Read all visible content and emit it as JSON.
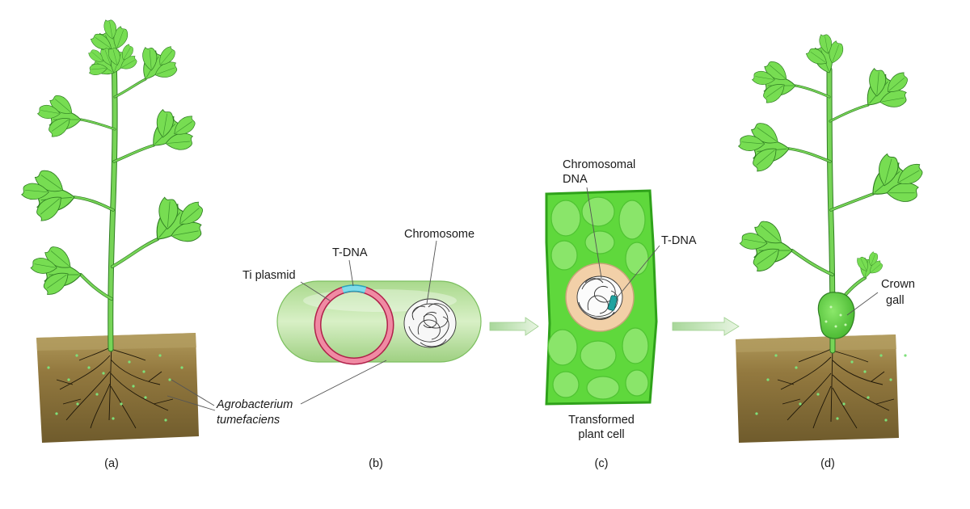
{
  "panels": {
    "a": {
      "caption": "(a)"
    },
    "b": {
      "caption": "(b)"
    },
    "c": {
      "caption": "(c)"
    },
    "d": {
      "caption": "(d)"
    }
  },
  "labels": {
    "agrobacterium_line1": "Agrobacterium",
    "agrobacterium_line2": "tumefaciens",
    "ti_plasmid": "Ti plasmid",
    "tdna_b": "T-DNA",
    "chromosome": "Chromosome",
    "chromosomal_dna_line1": "Chromosomal",
    "chromosomal_dna_line2": "DNA",
    "tdna_c": "T-DNA",
    "transformed_line1": "Transformed",
    "transformed_line2": "plant cell",
    "crown_gall_line1": "Crown",
    "crown_gall_line2": "gall"
  },
  "colors": {
    "leaf": "#6fd84a",
    "leaf_dark": "#3f9b2e",
    "stem": "#66c84a",
    "soil": "#8b7440",
    "soil_top": "#a99356",
    "bacterium": "#bfe3a8",
    "plasmid": "#e84f73",
    "tdna": "#4bc6d8",
    "cell_wall": "#4fd42f",
    "nucleus": "#f3cfa2",
    "arrow": "#c9e6c0"
  }
}
